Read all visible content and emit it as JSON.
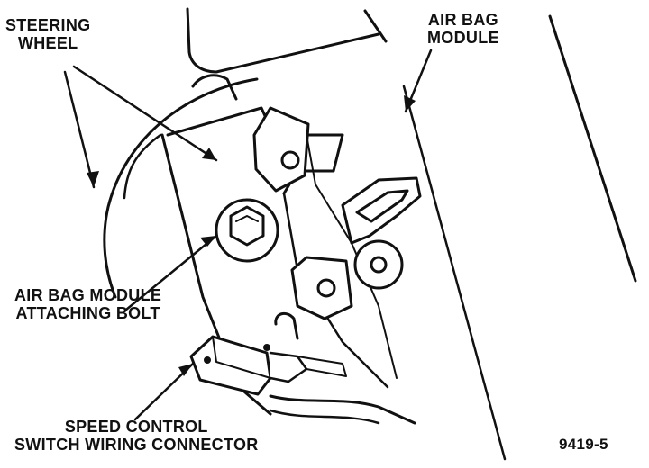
{
  "labels": {
    "steering_wheel": [
      "STEERING",
      "WHEEL"
    ],
    "air_bag_module": [
      "AIR BAG",
      "MODULE"
    ],
    "attaching_bolt": [
      "AIR BAG MODULE",
      "ATTACHING BOLT"
    ],
    "speed_control_connector": [
      "SPEED CONTROL",
      "SWITCH WIRING CONNECTOR"
    ],
    "figure_number": "9419-5"
  },
  "colors": {
    "ink": "#111111",
    "paper": "#ffffff"
  }
}
